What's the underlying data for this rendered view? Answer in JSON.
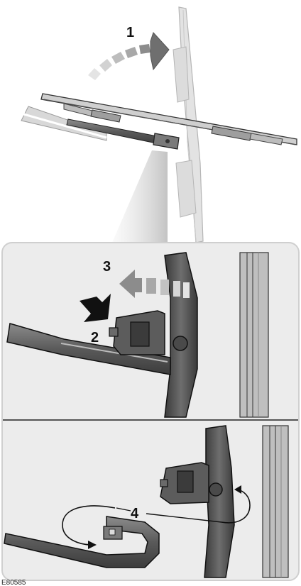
{
  "figure": {
    "ref_code": "E80585",
    "steps": {
      "s1": "1",
      "s2": "2",
      "s3": "3",
      "s4": "4"
    }
  },
  "colors": {
    "line": "#222222",
    "arm_dark": "#4a4a4a",
    "arm_light": "#9a9a9a",
    "ghost_blade": "#d9d9d9",
    "panel_bg": "#ececec",
    "panel_border": "#cfcfcf",
    "arrow_black": "#111111"
  }
}
